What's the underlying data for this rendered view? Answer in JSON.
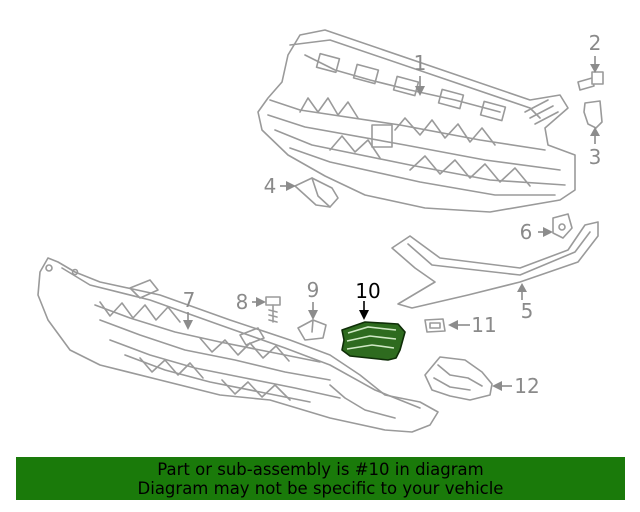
{
  "callouts": {
    "c1": "1",
    "c2": "2",
    "c3": "3",
    "c4": "4",
    "c5": "5",
    "c6": "6",
    "c7": "7",
    "c8": "8",
    "c9": "9",
    "c10": "10",
    "c11": "11",
    "c12": "12"
  },
  "highlighted_part": "10",
  "colors": {
    "banner": "#1a7a0a",
    "highlight_part": "#2e6b1f",
    "line_art": "#9a9a9a"
  },
  "notice": {
    "line1": "Part or sub-assembly is #10 in diagram",
    "line2": "Diagram may not be specific to your vehicle"
  }
}
